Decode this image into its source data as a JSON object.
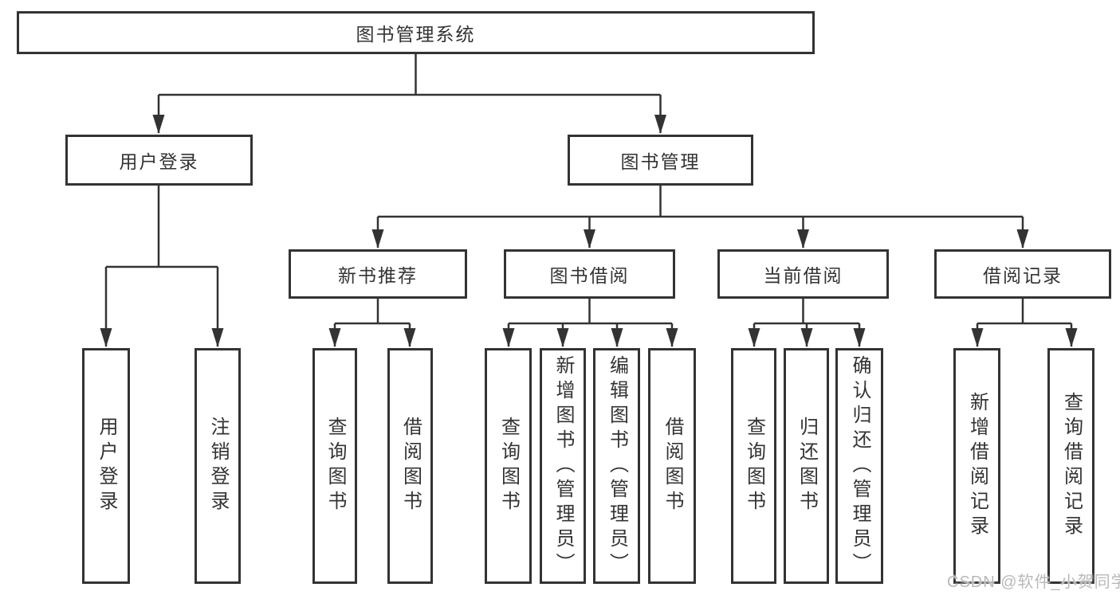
{
  "tree": {
    "root": {
      "label": "图书管理系统",
      "children": [
        {
          "label": "用户登录",
          "children": [
            {
              "label": "用户登录"
            },
            {
              "label": "注销登录"
            }
          ]
        },
        {
          "label": "图书管理",
          "children": [
            {
              "label": "新书推荐",
              "children": [
                {
                  "label": "查询图书"
                },
                {
                  "label": "借阅图书"
                }
              ]
            },
            {
              "label": "图书借阅",
              "children": [
                {
                  "label": "查询图书"
                },
                {
                  "label": "新增图书（管理员）"
                },
                {
                  "label": "编辑图书（管理员）"
                },
                {
                  "label": "借阅图书"
                }
              ]
            },
            {
              "label": "当前借阅",
              "children": [
                {
                  "label": "查询图书"
                },
                {
                  "label": "归还图书"
                },
                {
                  "label": "确认归还（管理员）"
                }
              ]
            },
            {
              "label": "借阅记录",
              "children": [
                {
                  "label": "新增借阅记录"
                },
                {
                  "label": "查询借阅记录"
                }
              ]
            }
          ]
        }
      ]
    }
  },
  "watermark": {
    "text": "CSDN @软件_小贺同学"
  },
  "colors": {
    "line": "#333333",
    "box_border": "#333333",
    "box_fill": "#ffffff",
    "text": "#333333",
    "watermark": "#b9b9b9",
    "background": "#ffffff"
  }
}
